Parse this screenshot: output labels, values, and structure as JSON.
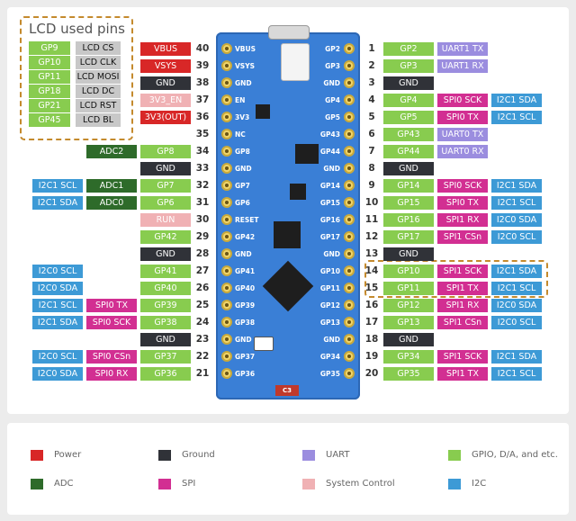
{
  "lcd_pins": {
    "title": "LCD used pins",
    "rows": [
      {
        "gpio": "GP9",
        "func": "LCD CS"
      },
      {
        "gpio": "GP10",
        "func": "LCD CLK"
      },
      {
        "gpio": "GP11",
        "func": "LCD MOSI"
      },
      {
        "gpio": "GP18",
        "func": "LCD DC"
      },
      {
        "gpio": "GP21",
        "func": "LCD RST"
      },
      {
        "gpio": "GP45",
        "func": "LCD BL"
      }
    ]
  },
  "left_pins": [
    {
      "num": "40",
      "silk": "VBUS",
      "labels": [
        {
          "text": "VBUS",
          "cat": "red"
        }
      ]
    },
    {
      "num": "39",
      "silk": "VSYS",
      "labels": [
        {
          "text": "VSYS",
          "cat": "red"
        }
      ]
    },
    {
      "num": "38",
      "silk": "GND",
      "labels": [
        {
          "text": "GND",
          "cat": "black"
        }
      ]
    },
    {
      "num": "37",
      "silk": "EN",
      "labels": [
        {
          "text": "3V3_EN",
          "cat": "pink"
        }
      ]
    },
    {
      "num": "36",
      "silk": "3V3",
      "labels": [
        {
          "text": "3V3(OUT)",
          "cat": "red"
        }
      ]
    },
    {
      "num": "35",
      "silk": "NC",
      "labels": []
    },
    {
      "num": "34",
      "silk": "GP8",
      "labels": [
        {
          "text": "GP8",
          "cat": "green"
        },
        {
          "text": "ADC2",
          "cat": "adc"
        }
      ]
    },
    {
      "num": "33",
      "silk": "GND",
      "labels": [
        {
          "text": "GND",
          "cat": "black"
        }
      ]
    },
    {
      "num": "32",
      "silk": "GP7",
      "labels": [
        {
          "text": "GP7",
          "cat": "green"
        },
        {
          "text": "ADC1",
          "cat": "adc"
        },
        {
          "text": "I2C1 SCL",
          "cat": "i2c"
        }
      ]
    },
    {
      "num": "31",
      "silk": "GP6",
      "labels": [
        {
          "text": "GP6",
          "cat": "green"
        },
        {
          "text": "ADC0",
          "cat": "adc"
        },
        {
          "text": "I2C1 SDA",
          "cat": "i2c"
        }
      ]
    },
    {
      "num": "30",
      "silk": "RESET",
      "labels": [
        {
          "text": "RUN",
          "cat": "pink"
        }
      ]
    },
    {
      "num": "29",
      "silk": "GP42",
      "labels": [
        {
          "text": "GP42",
          "cat": "green"
        }
      ]
    },
    {
      "num": "28",
      "silk": "GND",
      "labels": [
        {
          "text": "GND",
          "cat": "black"
        }
      ]
    },
    {
      "num": "27",
      "silk": "GP41",
      "labels": [
        {
          "text": "GP41",
          "cat": "green"
        },
        {
          "text": "",
          "cat": "none"
        },
        {
          "text": "I2C0 SCL",
          "cat": "i2c"
        }
      ]
    },
    {
      "num": "26",
      "silk": "GP40",
      "labels": [
        {
          "text": "GP40",
          "cat": "green"
        },
        {
          "text": "",
          "cat": "none"
        },
        {
          "text": "I2C0 SDA",
          "cat": "i2c"
        }
      ]
    },
    {
      "num": "25",
      "silk": "GP39",
      "labels": [
        {
          "text": "GP39",
          "cat": "green"
        },
        {
          "text": "SPI0 TX",
          "cat": "spi"
        },
        {
          "text": "I2C1 SCL",
          "cat": "i2c"
        }
      ]
    },
    {
      "num": "24",
      "silk": "GP38",
      "labels": [
        {
          "text": "GP38",
          "cat": "green"
        },
        {
          "text": "SPI0 SCK",
          "cat": "spi"
        },
        {
          "text": "I2C1 SDA",
          "cat": "i2c"
        }
      ]
    },
    {
      "num": "23",
      "silk": "GND",
      "labels": [
        {
          "text": "GND",
          "cat": "black"
        }
      ]
    },
    {
      "num": "22",
      "silk": "GP37",
      "labels": [
        {
          "text": "GP37",
          "cat": "green"
        },
        {
          "text": "SPI0 CSn",
          "cat": "spi"
        },
        {
          "text": "I2C0 SCL",
          "cat": "i2c"
        }
      ]
    },
    {
      "num": "21",
      "silk": "GP36",
      "labels": [
        {
          "text": "GP36",
          "cat": "green"
        },
        {
          "text": "SPI0 RX",
          "cat": "spi"
        },
        {
          "text": "I2C0 SDA",
          "cat": "i2c"
        }
      ]
    }
  ],
  "right_pins": [
    {
      "num": "1",
      "silk": "GP2",
      "labels": [
        {
          "text": "GP2",
          "cat": "green"
        },
        {
          "text": "UART1 TX",
          "cat": "purple"
        }
      ]
    },
    {
      "num": "2",
      "silk": "GP3",
      "labels": [
        {
          "text": "GP3",
          "cat": "green"
        },
        {
          "text": "UART1 RX",
          "cat": "purple"
        }
      ]
    },
    {
      "num": "3",
      "silk": "GND",
      "labels": [
        {
          "text": "GND",
          "cat": "black"
        }
      ]
    },
    {
      "num": "4",
      "silk": "GP4",
      "labels": [
        {
          "text": "GP4",
          "cat": "green"
        },
        {
          "text": "SPI0 SCK",
          "cat": "spi"
        },
        {
          "text": "I2C1 SDA",
          "cat": "i2c"
        }
      ]
    },
    {
      "num": "5",
      "silk": "GP5",
      "labels": [
        {
          "text": "GP5",
          "cat": "green"
        },
        {
          "text": "SPI0 TX",
          "cat": "spi"
        },
        {
          "text": "I2C1 SCL",
          "cat": "i2c"
        }
      ]
    },
    {
      "num": "6",
      "silk": "GP43",
      "labels": [
        {
          "text": "GP43",
          "cat": "green"
        },
        {
          "text": "UART0 TX",
          "cat": "purple"
        }
      ]
    },
    {
      "num": "7",
      "silk": "GP44",
      "labels": [
        {
          "text": "GP44",
          "cat": "green"
        },
        {
          "text": "UART0 RX",
          "cat": "purple"
        }
      ]
    },
    {
      "num": "8",
      "silk": "GND",
      "labels": [
        {
          "text": "GND",
          "cat": "black"
        }
      ]
    },
    {
      "num": "9",
      "silk": "GP14",
      "labels": [
        {
          "text": "GP14",
          "cat": "green"
        },
        {
          "text": "SPI0 SCK",
          "cat": "spi"
        },
        {
          "text": "I2C1 SDA",
          "cat": "i2c"
        }
      ]
    },
    {
      "num": "10",
      "silk": "GP15",
      "labels": [
        {
          "text": "GP15",
          "cat": "green"
        },
        {
          "text": "SPI0 TX",
          "cat": "spi"
        },
        {
          "text": "I2C1 SCL",
          "cat": "i2c"
        }
      ]
    },
    {
      "num": "11",
      "silk": "GP16",
      "labels": [
        {
          "text": "GP16",
          "cat": "green"
        },
        {
          "text": "SPI1 RX",
          "cat": "spi"
        },
        {
          "text": "I2C0 SDA",
          "cat": "i2c"
        }
      ]
    },
    {
      "num": "12",
      "silk": "GP17",
      "labels": [
        {
          "text": "GP17",
          "cat": "green"
        },
        {
          "text": "SPI1 CSn",
          "cat": "spi"
        },
        {
          "text": "I2C0 SCL",
          "cat": "i2c"
        }
      ]
    },
    {
      "num": "13",
      "silk": "GND",
      "labels": [
        {
          "text": "GND",
          "cat": "black"
        }
      ]
    },
    {
      "num": "14",
      "silk": "GP10",
      "labels": [
        {
          "text": "GP10",
          "cat": "green"
        },
        {
          "text": "SPI1 SCK",
          "cat": "spi"
        },
        {
          "text": "I2C1 SDA",
          "cat": "i2c"
        }
      ]
    },
    {
      "num": "15",
      "silk": "GP11",
      "labels": [
        {
          "text": "GP11",
          "cat": "green"
        },
        {
          "text": "SPI1 TX",
          "cat": "spi"
        },
        {
          "text": "I2C1 SCL",
          "cat": "i2c"
        }
      ]
    },
    {
      "num": "16",
      "silk": "GP12",
      "labels": [
        {
          "text": "GP12",
          "cat": "green"
        },
        {
          "text": "SPI1 RX",
          "cat": "spi"
        },
        {
          "text": "I2C0 SDA",
          "cat": "i2c"
        }
      ]
    },
    {
      "num": "17",
      "silk": "GP13",
      "labels": [
        {
          "text": "GP13",
          "cat": "green"
        },
        {
          "text": "SPI1 CSn",
          "cat": "spi"
        },
        {
          "text": "I2C0 SCL",
          "cat": "i2c"
        }
      ]
    },
    {
      "num": "18",
      "silk": "GND",
      "labels": [
        {
          "text": "GND",
          "cat": "black"
        }
      ]
    },
    {
      "num": "19",
      "silk": "GP34",
      "labels": [
        {
          "text": "GP34",
          "cat": "green"
        },
        {
          "text": "SPI1 SCK",
          "cat": "spi"
        },
        {
          "text": "I2C1 SDA",
          "cat": "i2c"
        }
      ]
    },
    {
      "num": "20",
      "silk": "GP35",
      "labels": [
        {
          "text": "GP35",
          "cat": "green"
        },
        {
          "text": "SPI1 TX",
          "cat": "spi"
        },
        {
          "text": "I2C1 SCL",
          "cat": "i2c"
        }
      ]
    }
  ],
  "board_marks": {
    "fuse": "C3"
  },
  "legend": [
    {
      "label": "Power",
      "cat": "red"
    },
    {
      "label": "Ground",
      "cat": "black"
    },
    {
      "label": "UART",
      "cat": "purple"
    },
    {
      "label": "GPIO, D/A, and etc.",
      "cat": "green"
    },
    {
      "label": "ADC",
      "cat": "adc"
    },
    {
      "label": "SPI",
      "cat": "spi"
    },
    {
      "label": "System Control",
      "cat": "pink"
    },
    {
      "label": "I2C",
      "cat": "i2c"
    }
  ],
  "colors": {
    "red": "#d82727",
    "black": "#303238",
    "purple": "#9b8ddf",
    "green": "#88cc4f",
    "adc": "#2e6b2a",
    "spi": "#d22f92",
    "pink": "#f0b1b4",
    "i2c": "#3d9ad6",
    "board": "#3a7fd6",
    "highlight": "#c48a2d"
  }
}
